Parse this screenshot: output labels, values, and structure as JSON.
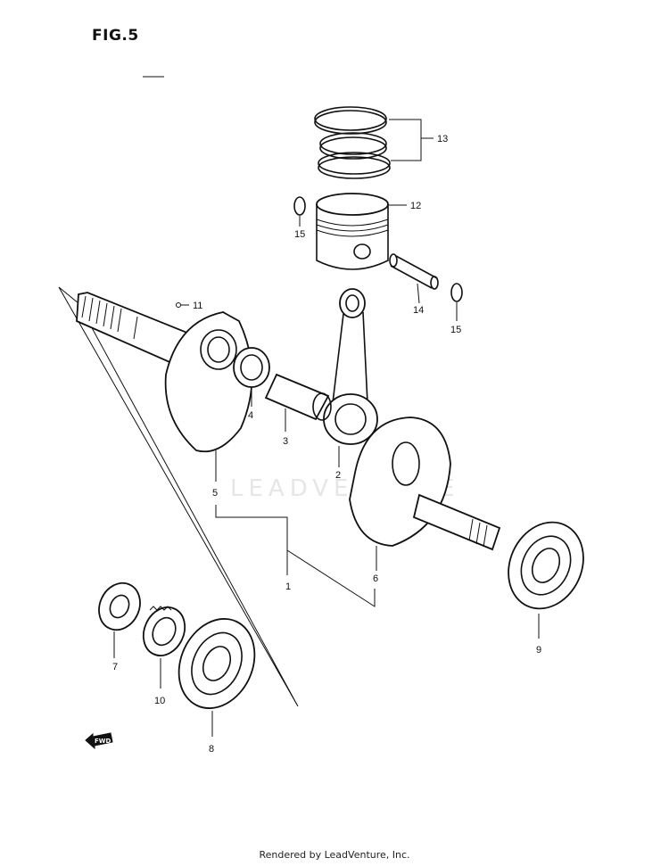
{
  "figure": {
    "title": "FIG.5"
  },
  "watermark": "LEADVENTURE",
  "forward_marker": "FWD",
  "callouts": [
    "1",
    "2",
    "3",
    "4",
    "5",
    "6",
    "7",
    "8",
    "9",
    "10",
    "11",
    "12",
    "13",
    "14",
    "15",
    "15"
  ],
  "footer": "Rendered by LeadVenture, Inc."
}
